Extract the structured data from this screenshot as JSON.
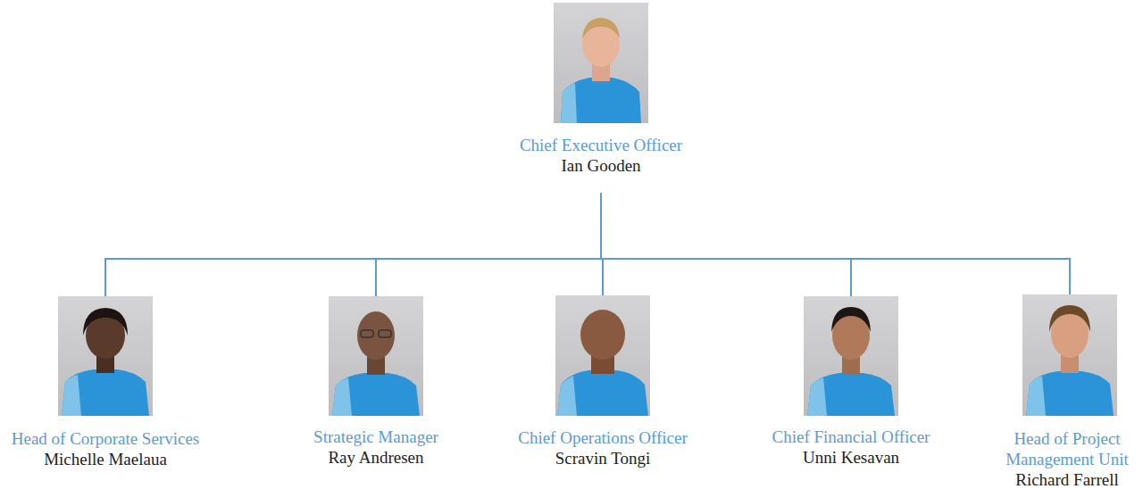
{
  "diagram": {
    "nodes": [
      {
        "text": [
          "Chief Executive Officer",
          "Ian Gooden"
        ]
      },
      {
        "text": [
          "Head of Corporate Services",
          "Michelle Maelaua"
        ]
      },
      {
        "text": [
          "Strategic Manager",
          "Ray Andresen"
        ]
      },
      {
        "text": [
          "Chief Operations Officer",
          "Scravin Tongi"
        ]
      },
      {
        "text": [
          "Chief Financial Officer",
          "Unni Kesavan"
        ]
      },
      {
        "text": [
          "Head of Project Management Unit",
          "Richard Farrell"
        ]
      }
    ],
    "edges": [
      {
        "from": 0,
        "to": 1,
        "arrow": "none"
      },
      {
        "from": 0,
        "to": 2,
        "arrow": "none"
      },
      {
        "from": 0,
        "to": 3,
        "arrow": "none"
      },
      {
        "from": 0,
        "to": 4,
        "arrow": "none"
      },
      {
        "from": 0,
        "to": 5,
        "arrow": "none"
      }
    ]
  }
}
